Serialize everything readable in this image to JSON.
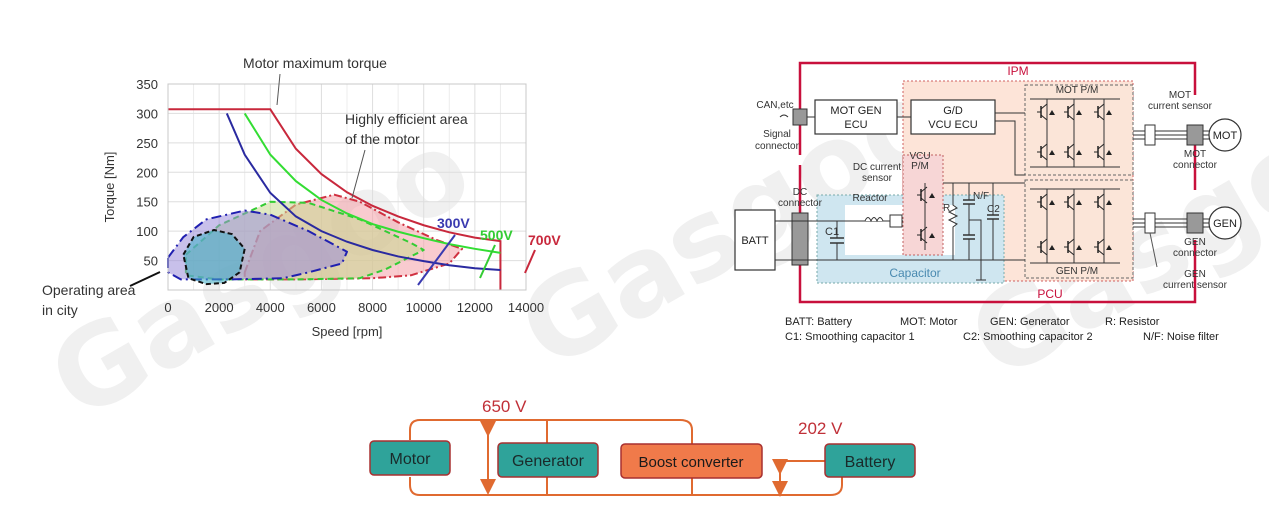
{
  "chart_data": {
    "type": "line",
    "title": "Motor maximum torque",
    "xlabel": "Speed [rpm]",
    "ylabel": "Torque [Nm]",
    "xlim": [
      0,
      14000
    ],
    "ylim": [
      0,
      350
    ],
    "xticks": [
      0,
      2000,
      4000,
      6000,
      8000,
      10000,
      12000,
      14000
    ],
    "yticks": [
      50,
      100,
      150,
      200,
      250,
      300,
      350
    ],
    "grid": true,
    "series": [
      {
        "name": "700V",
        "color": "#c8283c",
        "points": [
          [
            0,
            307
          ],
          [
            4000,
            307
          ],
          [
            5000,
            240
          ],
          [
            6000,
            197
          ],
          [
            7000,
            166
          ],
          [
            8000,
            143
          ],
          [
            9000,
            125
          ],
          [
            10000,
            110
          ],
          [
            11000,
            98
          ],
          [
            12000,
            89
          ],
          [
            13000,
            83
          ],
          [
            13000,
            0
          ]
        ]
      },
      {
        "name": "500V",
        "color": "#33dd33",
        "points": [
          [
            3000,
            300
          ],
          [
            4000,
            230
          ],
          [
            5000,
            185
          ],
          [
            6000,
            153
          ],
          [
            7000,
            130
          ],
          [
            8000,
            112
          ],
          [
            9000,
            99
          ],
          [
            10000,
            88
          ],
          [
            11000,
            78
          ],
          [
            12000,
            70
          ],
          [
            13000,
            63
          ]
        ]
      },
      {
        "name": "300V",
        "color": "#2a2aa0",
        "points": [
          [
            2300,
            300
          ],
          [
            3000,
            230
          ],
          [
            4000,
            165
          ],
          [
            5000,
            125
          ],
          [
            6000,
            100
          ],
          [
            7000,
            82
          ],
          [
            8000,
            68
          ],
          [
            9000,
            57
          ],
          [
            10000,
            49
          ],
          [
            11000,
            42
          ],
          [
            12000,
            37
          ],
          [
            13000,
            34
          ]
        ]
      }
    ],
    "regions": [
      {
        "name": "Highly efficient area of the motor (700V)",
        "color": "#f4a0a8",
        "points": [
          [
            3000,
            30
          ],
          [
            3600,
            100
          ],
          [
            5000,
            145
          ],
          [
            6500,
            162
          ],
          [
            7500,
            150
          ],
          [
            9000,
            115
          ],
          [
            10500,
            85
          ],
          [
            11500,
            70
          ],
          [
            11000,
            45
          ],
          [
            9500,
            25
          ],
          [
            8000,
            20
          ],
          [
            5000,
            18
          ],
          [
            3000,
            18
          ]
        ]
      },
      {
        "name": "500V efficient area",
        "color": "#c8d890",
        "points": [
          [
            700,
            60
          ],
          [
            2000,
            110
          ],
          [
            4000,
            150
          ],
          [
            5500,
            148
          ],
          [
            7500,
            120
          ],
          [
            9500,
            80
          ],
          [
            10000,
            68
          ],
          [
            8500,
            35
          ],
          [
            7500,
            20
          ],
          [
            5000,
            18
          ],
          [
            2000,
            18
          ],
          [
            700,
            25
          ]
        ]
      },
      {
        "name": "300V efficient area",
        "color": "#9a8cd8",
        "points": [
          [
            0,
            55
          ],
          [
            600,
            90
          ],
          [
            1500,
            120
          ],
          [
            3000,
            135
          ],
          [
            4000,
            128
          ],
          [
            5500,
            100
          ],
          [
            7000,
            65
          ],
          [
            6800,
            45
          ],
          [
            5500,
            30
          ],
          [
            4500,
            20
          ],
          [
            2500,
            18
          ],
          [
            500,
            18
          ],
          [
            0,
            30
          ]
        ]
      },
      {
        "name": "Operating area in city",
        "color": "#40b0c8",
        "points": [
          [
            600,
            60
          ],
          [
            1000,
            90
          ],
          [
            1800,
            102
          ],
          [
            2500,
            95
          ],
          [
            3000,
            70
          ],
          [
            2800,
            30
          ],
          [
            2200,
            12
          ],
          [
            1500,
            10
          ],
          [
            800,
            20
          ]
        ]
      }
    ],
    "annotations": [
      {
        "text": "Motor maximum torque",
        "x": 4000,
        "y": 307
      },
      {
        "text": "Highly efficient area",
        "x": 6800,
        "y": 160
      },
      {
        "text": "of the motor",
        "x": 6800,
        "y": 160
      },
      {
        "text": "300V",
        "x": 9000,
        "y": 57
      },
      {
        "text": "500V",
        "x": 11000,
        "y": 78
      },
      {
        "text": "700V",
        "x": 13000,
        "y": 83
      },
      {
        "text": "Operating area",
        "x": 800,
        "y": 45
      },
      {
        "text": "in city",
        "x": 800,
        "y": 45
      }
    ]
  },
  "circuit": {
    "labels": {
      "ipm": "IPM",
      "pcu": "PCU",
      "can": "CAN,etc",
      "signal_connector_1": "Signal",
      "signal_connector_2": "connector",
      "mot_gen_ecu_1": "MOT GEN",
      "mot_gen_ecu_2": "ECU",
      "gd_vcu_ecu_1": "G/D",
      "gd_vcu_ecu_2": "VCU ECU",
      "vcu_pm_1": "VCU",
      "vcu_pm_2": "P/M",
      "mot_pm": "MOT P/M",
      "gen_pm": "GEN P/M",
      "dc_current_sensor_1": "DC current",
      "dc_current_sensor_2": "sensor",
      "reactor": "Reactor",
      "dc_connector_1": "DC",
      "dc_connector_2": "connector",
      "batt": "BATT",
      "c1": "C1",
      "c2": "C2",
      "r": "R",
      "nf": "N/F",
      "capacitor": "Capacitor",
      "mot": "MOT",
      "gen": "GEN",
      "mot_current_sensor_1": "MOT",
      "mot_current_sensor_2": "current sensor",
      "mot_connector_1": "MOT",
      "mot_connector_2": "connector",
      "gen_connector_1": "GEN",
      "gen_connector_2": "connector",
      "gen_current_sensor_1": "GEN",
      "gen_current_sensor_2": "current sensor"
    },
    "legend": [
      "BATT: Battery",
      "MOT: Motor",
      "GEN: Generator",
      "R: Resistor",
      "C1: Smoothing capacitor 1",
      "C2: Smoothing capacitor 2",
      "N/F: Noise filter"
    ],
    "colors": {
      "pcu_border": "#c8103c",
      "ipm_fill": "#fde4d8",
      "capacitor_fill": "#cfe6f0",
      "pm_fill": "#f7d6d6"
    }
  },
  "block_diagram": {
    "high_voltage": "650 V",
    "low_voltage": "202 V",
    "blocks": [
      {
        "label": "Motor",
        "color": "#2fa39a"
      },
      {
        "label": "Generator",
        "color": "#2fa39a"
      },
      {
        "label": "Boost converter",
        "color": "#f07a4a"
      },
      {
        "label": "Battery",
        "color": "#2fa39a"
      }
    ],
    "colors": {
      "wire": "#e06a30",
      "border": "#b03030",
      "voltage_text": "#c03038"
    }
  },
  "watermark": "Gasgoo"
}
